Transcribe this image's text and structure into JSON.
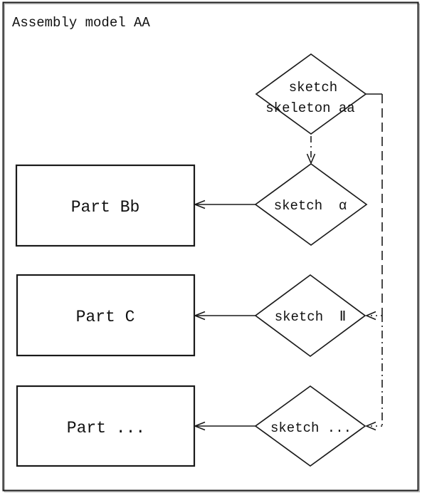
{
  "colors": {
    "stroke": "#1a1a1a",
    "background": "#ffffff"
  },
  "frame": {
    "title": "Assembly model AA"
  },
  "nodes": {
    "skeleton": {
      "type": "diamond",
      "line1": "sketch",
      "line2": "skeleton aa"
    },
    "sketch_alpha": {
      "type": "diamond",
      "label": "sketch  α"
    },
    "sketch_ii": {
      "type": "diamond",
      "label": "sketch  Ⅱ"
    },
    "sketch_etc": {
      "type": "diamond",
      "label": "sketch ..."
    },
    "part_bb": {
      "type": "rect",
      "label": "Part Bb"
    },
    "part_c": {
      "type": "rect",
      "label": "Part C"
    },
    "part_etc": {
      "type": "rect",
      "label": "Part ..."
    }
  },
  "edges": [
    {
      "from": "sketch-skeleton-aa",
      "to": "sketch-alpha",
      "style": "dash-dot",
      "arrow": "down"
    },
    {
      "from": "sketch-alpha",
      "to": "part-bb",
      "style": "solid",
      "arrow": "left"
    },
    {
      "from": "sketch-ii",
      "to": "part-c",
      "style": "solid",
      "arrow": "left"
    },
    {
      "from": "sketch-etc",
      "to": "part-etc",
      "style": "solid",
      "arrow": "left"
    },
    {
      "from": "sketch-skeleton-aa",
      "to": "sketch-ii",
      "style": "long-dash",
      "arrow": "left"
    },
    {
      "from": "sketch-skeleton-aa",
      "to": "sketch-etc",
      "style": "dash-dot",
      "arrow": "left"
    }
  ]
}
